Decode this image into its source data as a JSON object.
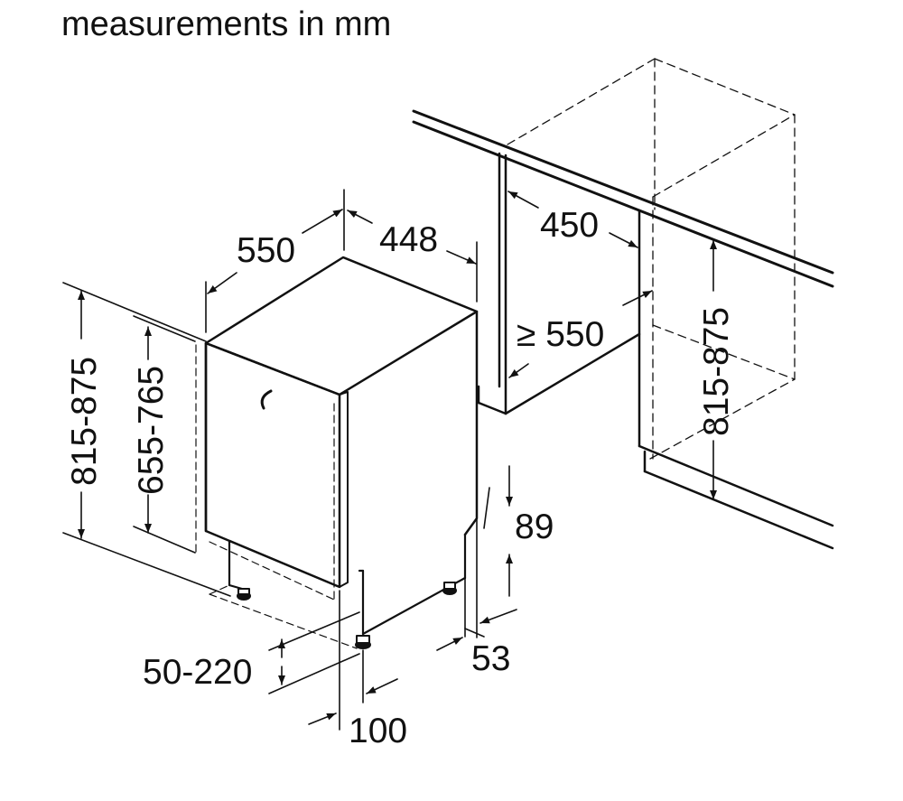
{
  "title": "measurements in mm",
  "colors": {
    "ink": "#111111",
    "background": "#ffffff"
  },
  "dimensions": {
    "appliance_depth": "550",
    "appliance_width": "448",
    "niche_width": "450",
    "niche_min_depth": "≥ 550",
    "niche_height": "815-875",
    "appliance_height": "815-875",
    "door_height": "655-765",
    "plinth_height": "89",
    "plinth_offset": "53",
    "foot_adjustment": "50-220",
    "door_overhang": "100"
  }
}
